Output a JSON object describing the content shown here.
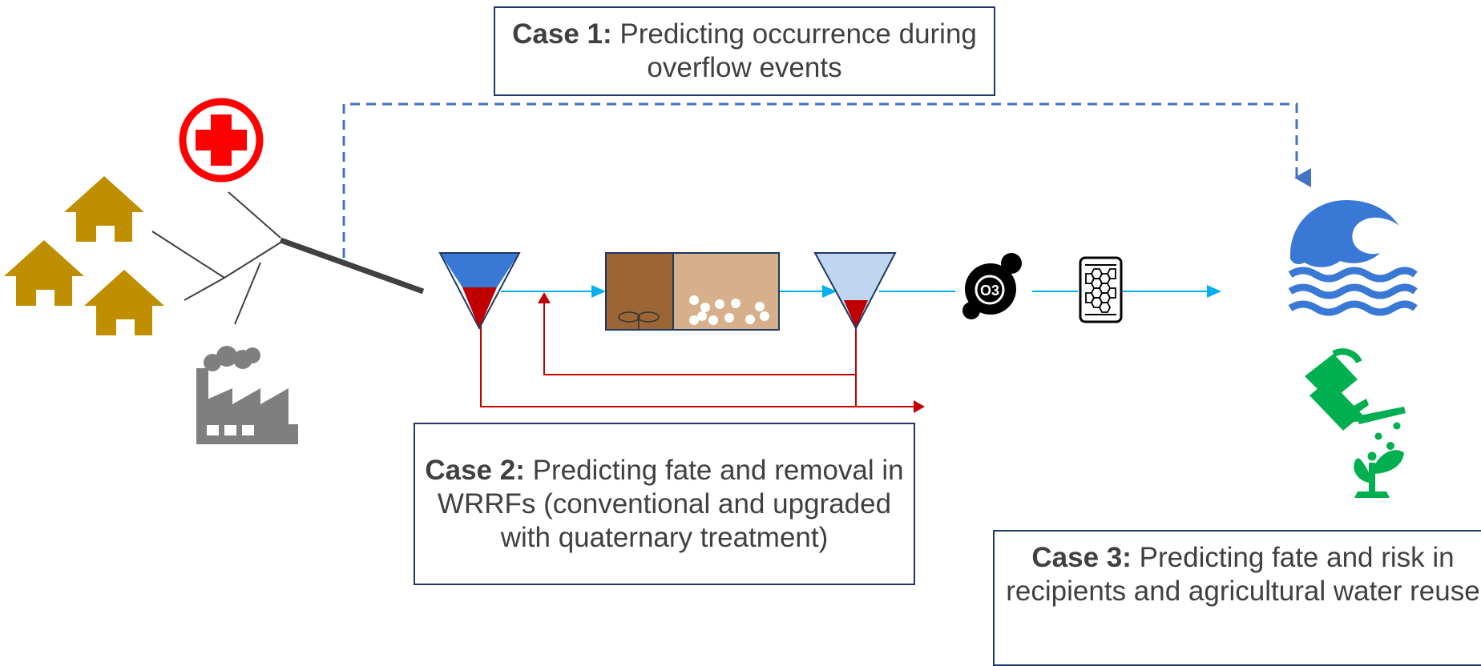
{
  "colors": {
    "house": "#bf8f00",
    "hospital": "#ff0000",
    "factory": "#7f7f7f",
    "pipe": "#404040",
    "overflow_dash": "#4472c4",
    "flow_line": "#00b0f0",
    "sludge_return": "#c00000",
    "primary_clarifier": "#3a78d6",
    "secondary_clarifier": "#c0d5f0",
    "sludge": "#c00000",
    "anoxic_tank": "#9c6535",
    "aerobic_tank": "#d6b08a",
    "box_border": "#1f3864",
    "water_wave": "#3a78d6",
    "watering_can": "#00b050",
    "text": "#404040"
  },
  "icons": {
    "houses": "house-icon",
    "hospital": "hospital-cross-icon",
    "industry": "factory-icon",
    "ozonation": "ozone-o3-icon",
    "activated_carbon": "activated-carbon-filter-icon",
    "receiving_water": "water-wave-icon",
    "reuse": "watering-can-plant-icon"
  },
  "cases": {
    "case1": {
      "label": "Case 1:",
      "text": "Predicting occurrence during overflow events"
    },
    "case2": {
      "label": "Case 2:",
      "text": "Predicting fate and removal in WRRFs (conventional and upgraded with quaternary treatment)"
    },
    "case3": {
      "label": "Case 3:",
      "text": "Predicting fate and risk in recipients and agricultural water reuse"
    }
  },
  "ozone_symbol": "O3"
}
